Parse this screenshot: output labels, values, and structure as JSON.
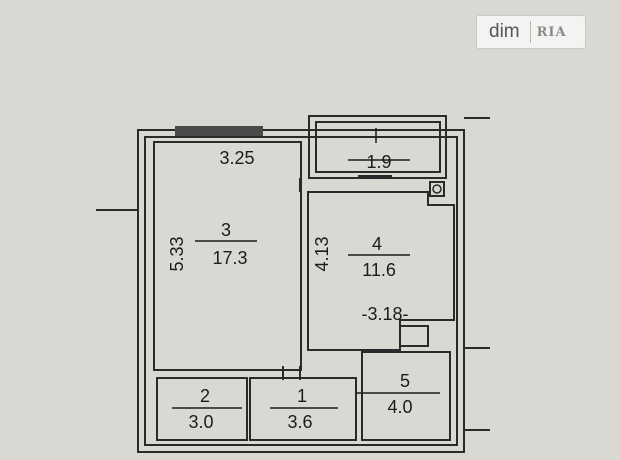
{
  "watermark": {
    "brand": "dim",
    "partner": "RIA"
  },
  "plan": {
    "rooms": [
      {
        "id": "1",
        "area": "3.6"
      },
      {
        "id": "2",
        "area": "3.0"
      },
      {
        "id": "3",
        "area": "17.3"
      },
      {
        "id": "4",
        "area": "11.6"
      },
      {
        "id": "5",
        "area": "4.0"
      },
      {
        "id": "",
        "area": "1.9"
      }
    ],
    "dimensions": {
      "room3_width": "3.25",
      "room3_length": "5.33",
      "room4_length": "4.13",
      "room4_width": "-3.18-"
    }
  }
}
